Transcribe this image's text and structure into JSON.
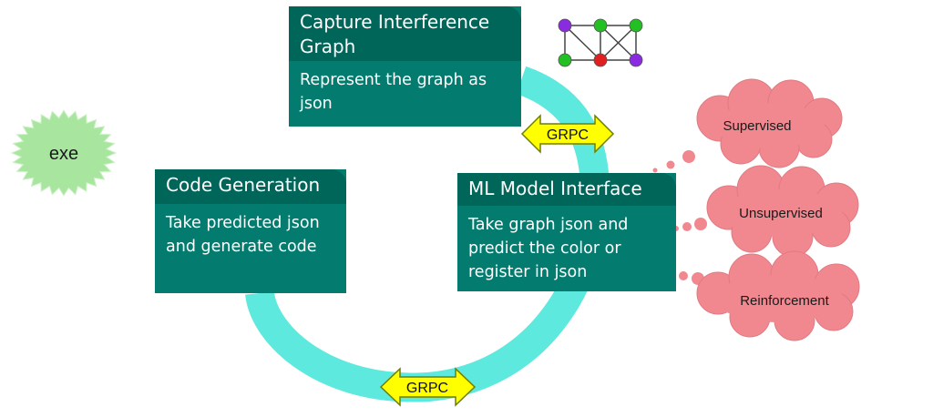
{
  "nodes": {
    "capture": {
      "title": "Capture Interference Graph",
      "body": "Represent the graph as json"
    },
    "code": {
      "title": "Code Generation",
      "body": "Take predicted json and generate code"
    },
    "ml": {
      "title": "ML Model Interface",
      "body": "Take graph json and predict the color or register in json"
    }
  },
  "arrows": {
    "top": "GRPC",
    "bottom": "GRPC"
  },
  "clouds": {
    "supervised": "Supervised",
    "unsupervised": "Unsupervised",
    "reinforcement": "Reinforcement"
  },
  "burst": {
    "label": "exe"
  },
  "graph_icon": {
    "node_colors": [
      "#8a2be2",
      "#22c022",
      "#22c022",
      "#22c022",
      "#e02020",
      "#8a2be2"
    ]
  },
  "colors": {
    "ring": "#5de9dd",
    "box": "#037c6f",
    "box_header": "#00665a",
    "cloud": "#f2888f",
    "arrow": "#ffff00",
    "burst": "#a8e6a0"
  }
}
